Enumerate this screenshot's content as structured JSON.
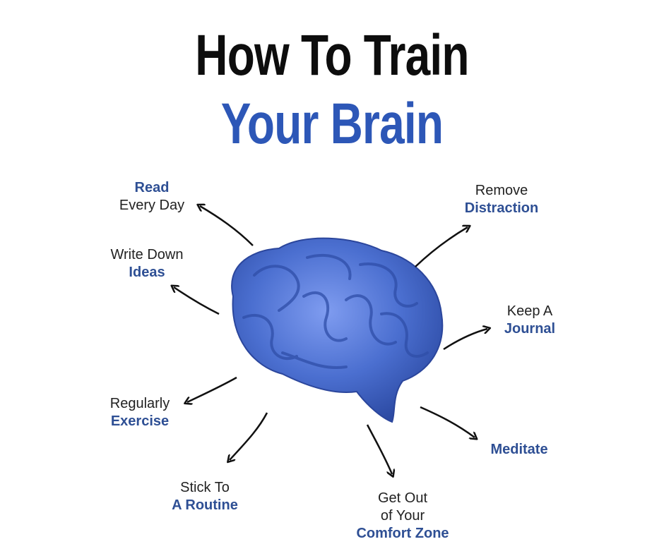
{
  "title": {
    "line1": "How To Train",
    "line2": "Your Brain"
  },
  "colors": {
    "title_primary": "#0d0d0d",
    "title_accent": "#2d57b7",
    "tip_text": "#222222",
    "tip_accent": "#2e4f94",
    "brain": "#4b6fd0",
    "arrow": "#111111"
  },
  "tips": [
    {
      "id": "read",
      "bold": "Read",
      "plain": "Every Day"
    },
    {
      "id": "write",
      "plain": "Write Down",
      "bold": "Ideas"
    },
    {
      "id": "exercise",
      "plain": "Regularly",
      "bold": "Exercise"
    },
    {
      "id": "routine",
      "plain": "Stick To",
      "bold": "A Routine"
    },
    {
      "id": "comfort",
      "plain": "Get Out",
      "plain2": "of Your",
      "bold": "Comfort Zone"
    },
    {
      "id": "meditate",
      "bold": "Meditate"
    },
    {
      "id": "journal",
      "plain": "Keep A",
      "bold": "Journal"
    },
    {
      "id": "distract",
      "plain": "Remove",
      "bold": "Distraction"
    }
  ]
}
